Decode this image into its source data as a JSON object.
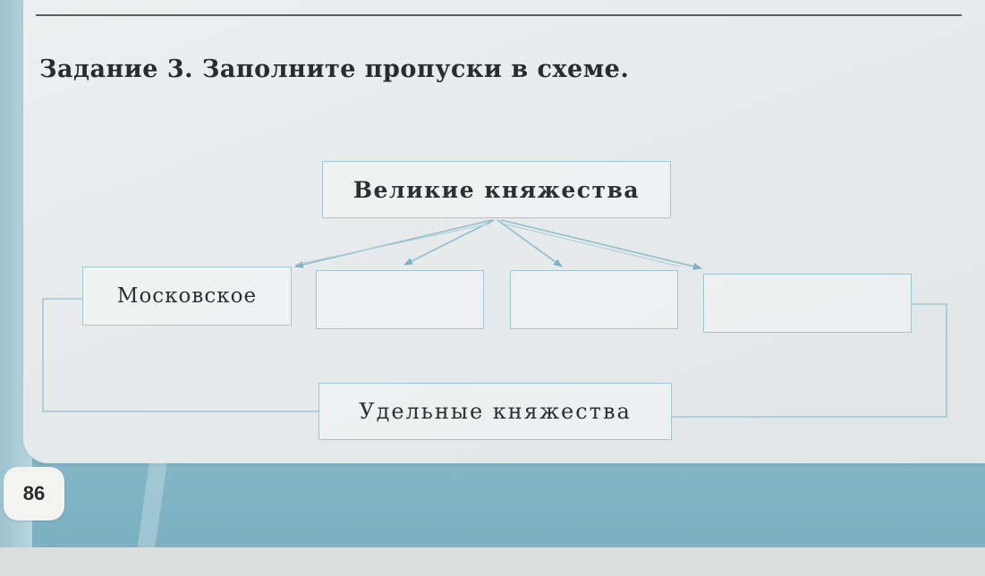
{
  "task": {
    "title": "Задание 3. Заполните пропуски в схеме."
  },
  "diagram": {
    "top_box": "Великие княжества",
    "children": [
      {
        "label": "Московское"
      },
      {
        "label": ""
      },
      {
        "label": ""
      },
      {
        "label": ""
      }
    ],
    "bottom_box": "Удельные княжества"
  },
  "page": {
    "number": "86"
  },
  "colors": {
    "line": "#8fbfcc",
    "box_border": "#9fc8d2",
    "paper": "#e7eaeb",
    "text": "#2e2f33"
  }
}
